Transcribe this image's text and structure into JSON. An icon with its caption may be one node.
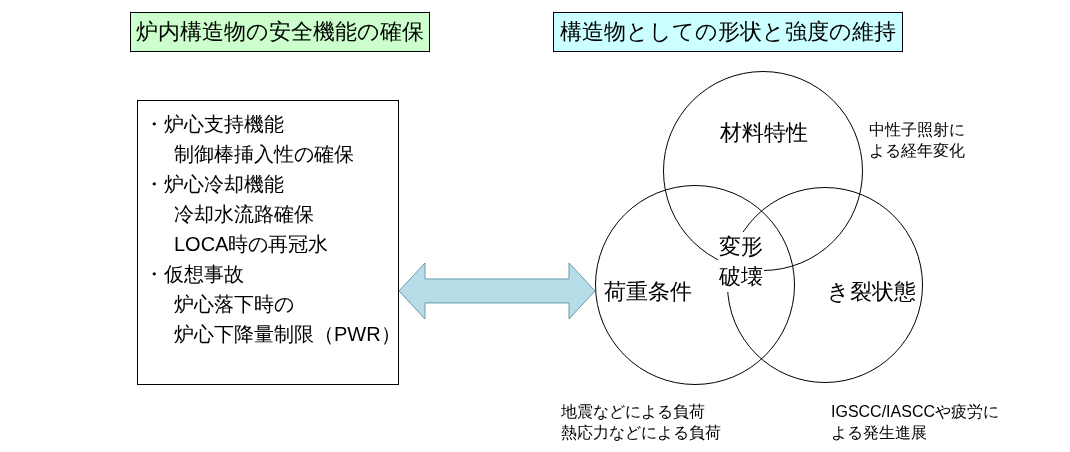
{
  "diagram": {
    "nodes": [
      {
        "text": [
          "炉内構造物の安全機能の確保"
        ]
      },
      {
        "text": [
          "構造物としての形状と強度の維持"
        ]
      },
      {
        "text": [
          "・炉心支持機能",
          "制御棒挿入性の確保",
          "・炉心冷却機能",
          "冷却水流路確保",
          "LOCA時の再冠水",
          "・仮想事故",
          "炉心落下時の",
          "炉心下降量制限（PWR）"
        ]
      },
      {
        "text": [
          "材料特性"
        ],
        "beside": [
          "中性子照射による経年変化"
        ]
      },
      {
        "text": [
          "荷重条件"
        ],
        "beside": [
          "地震などによる負荷",
          "熱応力などによる負荷"
        ]
      },
      {
        "text": [
          "き裂状態"
        ],
        "beside": [
          "IGSCC/IASCCや疲労による発生進展"
        ]
      }
    ],
    "edges": [
      {
        "from": 2,
        "to": 4,
        "arrow": "both"
      }
    ],
    "labels": [
      "変形破壊"
    ]
  }
}
